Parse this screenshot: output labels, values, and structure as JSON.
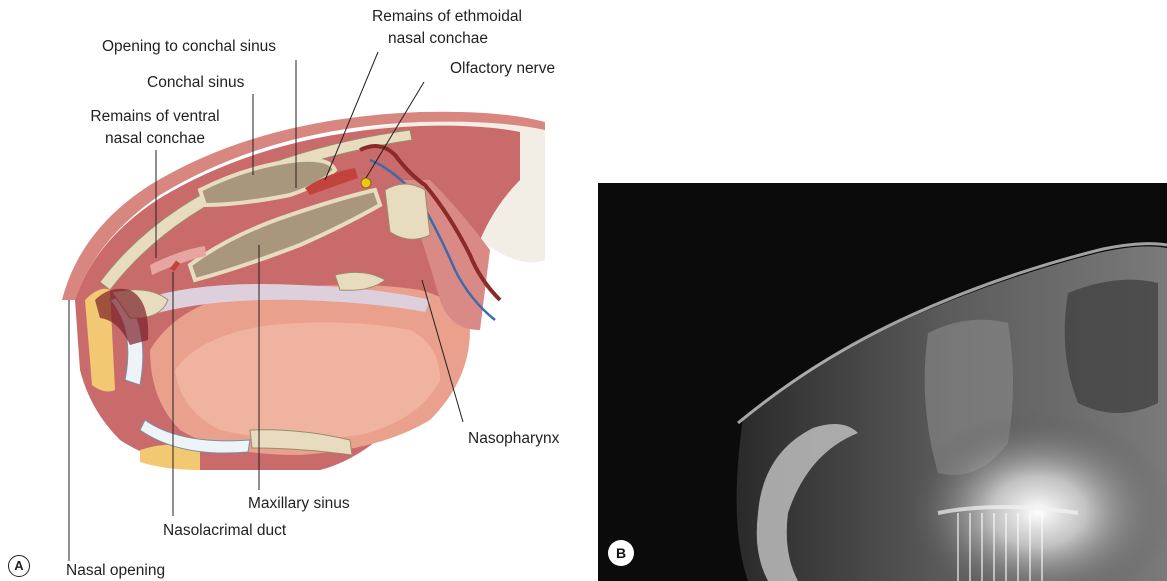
{
  "panel_a": {
    "letter": "A",
    "labels": {
      "remains_ethmoidal": [
        "Remains of ethmoidal",
        "nasal conchae"
      ],
      "opening_conchal_sinus": "Opening to conchal sinus",
      "olfactory_nerve": "Olfactory nerve",
      "conchal_sinus": "Conchal sinus",
      "remains_ventral": [
        "Remains of ventral",
        "nasal conchae"
      ],
      "nasopharynx": "Nasopharynx",
      "maxillary_sinus": "Maxillary sinus",
      "nasolacrimal_duct": "Nasolacrimal duct",
      "nasal_opening": "Nasal opening"
    }
  },
  "panel_b": {
    "letter": "B"
  },
  "colors": {
    "mucosa": "#c96b6b",
    "muscle": "#e9a08c",
    "bone": "#e8dcc0",
    "sinus": "#a8977c",
    "fat": "#f2c872",
    "nerve": "#f0c419",
    "vein": "#3e6aa8",
    "artery": "#8b2a2a",
    "tissue_dark": "#7a1f26"
  }
}
